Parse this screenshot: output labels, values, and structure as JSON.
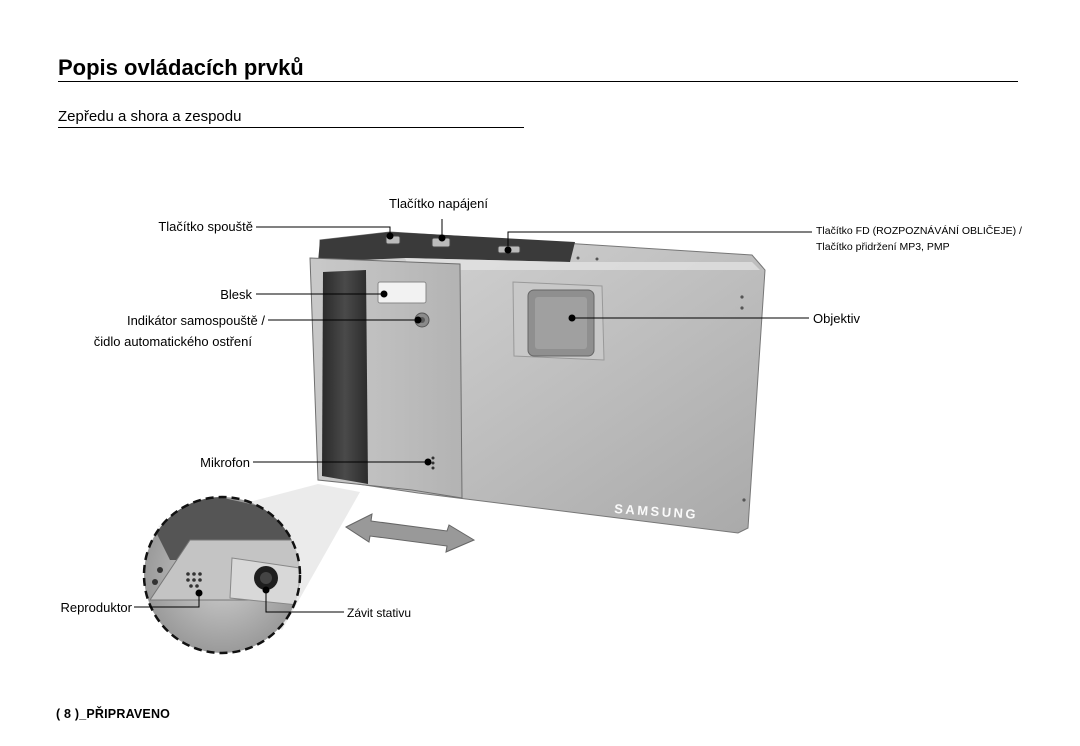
{
  "header": {
    "title": "Popis ovládacích prvků",
    "subtitle": "Zepředu a shora a zespodu"
  },
  "labels": {
    "shutter": "Tlačítko spouště",
    "power": "Tlačítko napájení",
    "fd_line1": "Tlačítko FD (ROZPOZNÁVÁNÍ OBLIČEJE) /",
    "fd_line2": "Tlačítko přidržení MP3, PMP",
    "flash": "Blesk",
    "selftimer_line1": "Indikátor samospouště /",
    "selftimer_line2": "čidlo automatického ostření",
    "lens": "Objektiv",
    "microphone": "Mikrofon",
    "speaker": "Reproduktor",
    "tripod": "Závit stativu"
  },
  "brand": "SAMSUNG",
  "footer": "( 8 )_PŘIPRAVENO"
}
